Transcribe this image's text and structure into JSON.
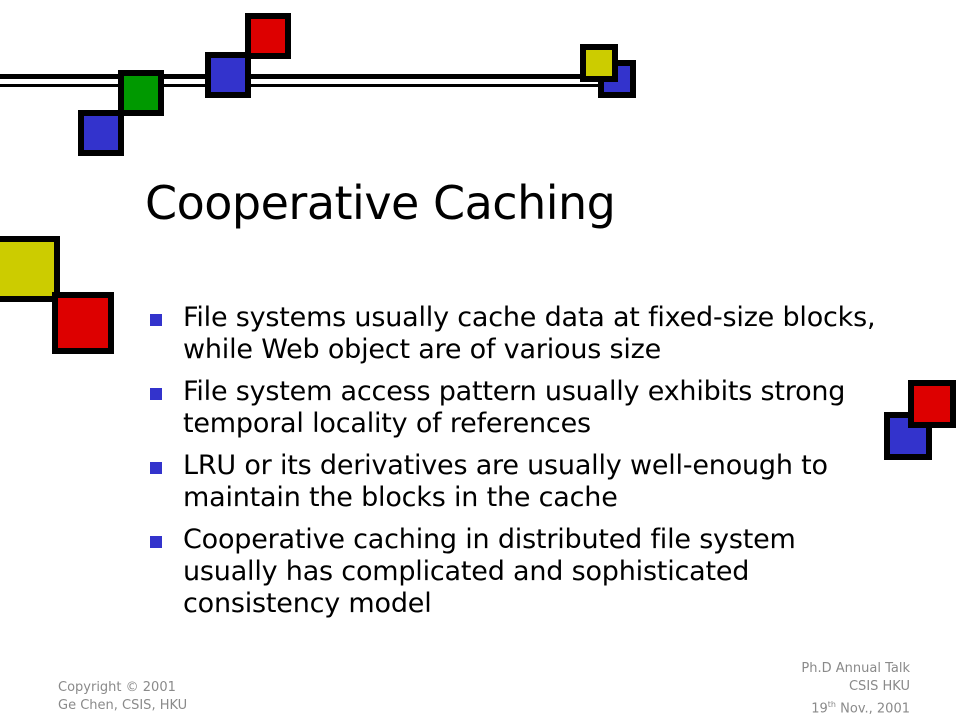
{
  "slide": {
    "title": "Cooperative Caching",
    "bullets": [
      "File systems usually cache data at fixed-size blocks, while Web object are of various size",
      "File system access pattern usually exhibits strong temporal locality of references",
      "LRU or its derivatives are usually well-enough to maintain the blocks in the cache",
      "Cooperative caching in distributed file system usually has complicated and sophisticated consistency model"
    ]
  },
  "footer": {
    "left_line1": "Copyright © 2001",
    "left_line2": "Ge Chen, CSIS, HKU",
    "right_line1": "Ph.D Annual Talk",
    "right_line2": "CSIS HKU",
    "right_day": "19",
    "right_suffix": "th",
    "right_rest": " Nov., 2001"
  },
  "colors": {
    "blue": "#3333cc",
    "green": "#009900",
    "red": "#dd0000",
    "yellow": "#cccc00",
    "bullet": "#3333cc",
    "footer_text": "#8a8a8a"
  }
}
